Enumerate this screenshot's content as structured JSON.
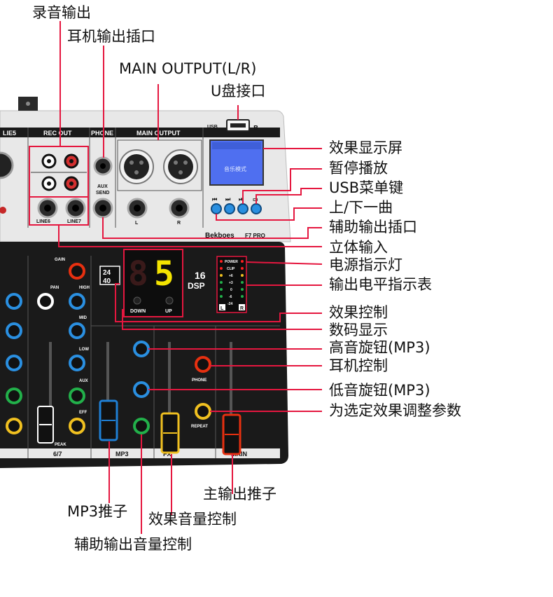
{
  "callouts": {
    "top": {
      "rec_out_label": "录音输出",
      "headphone_out_label": "耳机输出插口",
      "main_output_label": "MAIN OUTPUT(L/R)",
      "usb_port_label": "U盘接口"
    },
    "right": [
      "效果显示屏",
      "暂停播放",
      "USB菜单键",
      "上/下一曲",
      "辅助输出插口",
      "立体输入",
      "电源指示灯",
      "输出电平指示表",
      "效果控制",
      "数码显示",
      "高音旋钮(MP3)",
      "耳机控制",
      "低音旋钮(MP3)",
      "为选定效果调整参数"
    ],
    "bottom": {
      "main_fader": "主输出推子",
      "mp3_fader": "MP3推子",
      "effect_volume": "效果音量控制",
      "aux_volume": "辅助输出音量控制"
    }
  },
  "device": {
    "brand": "Bekboes",
    "model": "F7 PRO",
    "section_headers": [
      "LIE5",
      "REC OUT",
      "PHONE",
      "MAIN OUTPUT"
    ],
    "usb_label": "USB",
    "lcd_text": "音乐模式",
    "jack_labels": [
      "LINE6",
      "LINE7",
      "L",
      "R"
    ],
    "aux_send": [
      "AUX",
      "SEND"
    ],
    "dsp_bits": [
      "24",
      "40"
    ],
    "dsp_number": "16",
    "dsp_label": "DSP",
    "led_digits": "5",
    "led_buttons": [
      "DOWN",
      "UP"
    ],
    "meter_labels": [
      "POWER",
      "CLIP",
      "+6",
      "+3",
      "0",
      "-6",
      "-24"
    ],
    "meter_lr": [
      "L",
      "R"
    ],
    "knob_labels": [
      "GAIN",
      "PAN",
      "HIGH",
      "MID",
      "LOW",
      "AUX",
      "EFF",
      "PHONE",
      "REPEAT"
    ],
    "channel_labels": [
      "6/7",
      "MP3",
      "FX",
      "MAIN"
    ],
    "peak": "PEAK",
    "colors": {
      "panel": "#e9e9e9",
      "dark": "#1a1a1a",
      "callout_line": "#e5173f",
      "led_yellow": "#f4e400",
      "led_red": "#ff1f1f",
      "lcd_blue": "#4f6ff0",
      "key_blue": "#2a8fe0",
      "fader_blue": "#1f7fd4",
      "fader_yellow": "#f0c020",
      "fader_red": "#e63010"
    }
  }
}
